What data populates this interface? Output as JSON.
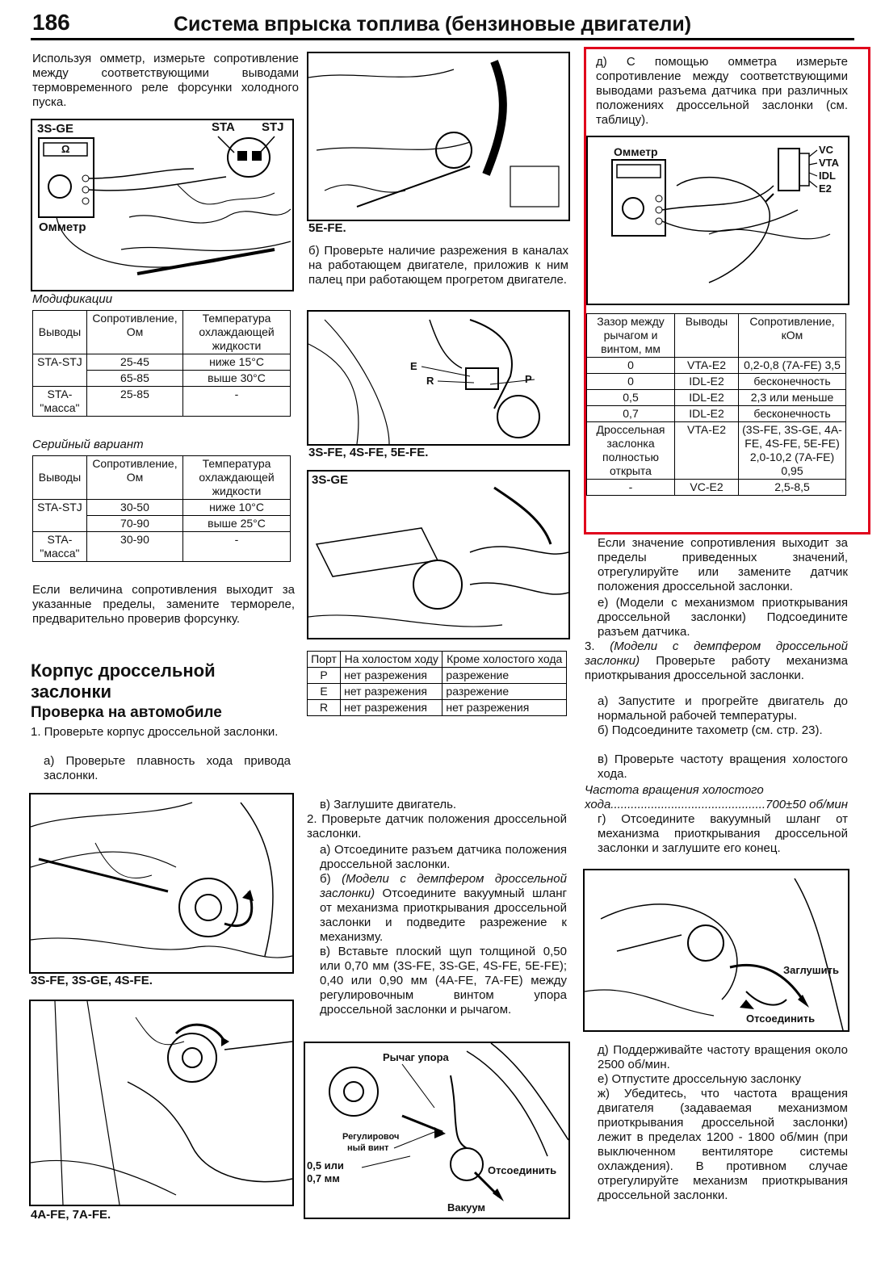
{
  "header": {
    "page_number": "186",
    "title": "Система впрыска топлива (бензиновые двигатели)"
  },
  "col1": {
    "intro": "Используя омметр, измерьте сопротивление между соответствующими выводами термовременного реле форсунки холодного пуска.",
    "fig1": {
      "model": "3S-GE",
      "sta": "STA",
      "stj": "STJ",
      "ohm_label": "Омметр",
      "ohm_symbol": "Ω"
    },
    "table1": {
      "caption": "Модификации",
      "headers": [
        "Выводы",
        "Сопротивление, Ом",
        "Температура охлаждающей жидкости"
      ],
      "rows": [
        [
          "STA-STJ",
          "25-45",
          "ниже 15°C"
        ],
        [
          "",
          "65-85",
          "выше 30°C"
        ],
        [
          "STA-\"масса\"",
          "25-85",
          "-"
        ]
      ]
    },
    "table2": {
      "caption": "Серийный вариант",
      "headers": [
        "Выводы",
        "Сопротивление, Ом",
        "Температура охлаждающей жидкости"
      ],
      "rows": [
        [
          "STA-STJ",
          "30-50",
          "ниже 10°C"
        ],
        [
          "",
          "70-90",
          "выше 25°C"
        ],
        [
          "STA-\"масса\"",
          "30-90",
          "-"
        ]
      ]
    },
    "after_tables": "Если величина сопротивления выходит за указанные пределы, замените термореле, предварительно проверив форсунку.",
    "section_title": "Корпус дроссельной заслонки",
    "subsection_title": "Проверка на автомобиле",
    "step1": "1. Проверьте корпус дроссельной заслонки.",
    "step1a": "а) Проверьте плавность хода привода заслонки.",
    "fig2_caption": "3S-FE, 3S-GE, 4S-FE.",
    "fig3_caption": "4A-FE, 7A-FE."
  },
  "col2": {
    "fig4_caption": "5E-FE.",
    "text_b": "б) Проверьте наличие разрежения в каналах на работающем двигателе, приложив к ним палец при работающем прогретом двигателе.",
    "fig5": {
      "e": "E",
      "r": "R",
      "p": "P"
    },
    "fig5_caption": "3S-FE, 4S-FE, 5E-FE.",
    "fig6_label": "3S-GE",
    "port_table": {
      "headers": [
        "Порт",
        "На холостом ходу",
        "Кроме холостого хода"
      ],
      "rows": [
        [
          "P",
          "нет разрежения",
          "разрежение"
        ],
        [
          "E",
          "нет разрежения",
          "разрежение"
        ],
        [
          "R",
          "нет разрежения",
          "нет разрежения"
        ]
      ]
    },
    "text_v": "в) Заглушите двигатель.",
    "step2": "2. Проверьте датчик положения дроссельной заслонки.",
    "step2a": "а) Отсоедините разъем датчика положения дроссельной заслонки.",
    "step2b_prefix": "б) ",
    "step2b_ital": "(Модели с демпфером дроссельной заслонки)",
    "step2b_rest": " Отсоедините вакуумный шланг от механизма приоткрывания дроссельной заслонки и подведите разрежение к механизму.",
    "step2v": "в) Вставьте плоский щуп толщиной 0,50 или 0,70 мм (3S-FE, 3S-GE, 4S-FE, 5E-FE); 0,40 или 0,90 мм (4A-FE, 7A-FE) между регулировочным винтом упора дроссельной заслонки и рычагом.",
    "fig7": {
      "lever": "Рычаг упора",
      "screw1": "Регулировоч",
      "screw2": "ный винт",
      "gap1": "0,5 или",
      "gap2": "0,7 мм",
      "disconnect": "Отсоединить",
      "vacuum": "Вакуум"
    }
  },
  "col3": {
    "text_d": "д) С помощью омметра измерьте сопротивление между соответствующими выводами разъема датчика при различных положениях дроссельной заслонки (см. таблицу).",
    "fig8": {
      "ohm": "Омметр",
      "vc": "VC",
      "vta": "VTA",
      "idl": "IDL",
      "e2": "E2"
    },
    "tps_table": {
      "headers": [
        "Зазор между рычагом и винтом, мм",
        "Выводы",
        "Сопротивление, кОм"
      ],
      "rows": [
        [
          "0",
          "VTA-E2",
          "0,2-0,8 (7A-FE) 3,5"
        ],
        [
          "0",
          "IDL-E2",
          "бесконечность"
        ],
        [
          "0,5",
          "IDL-E2",
          "2,3 или меньше"
        ],
        [
          "0,7",
          "IDL-E2",
          "бесконечность"
        ],
        [
          "Дроссельная заслонка полностью открыта",
          "VTA-E2",
          "(3S-FE, 3S-GE, 4A-FE, 4S-FE, 5E-FE) 2,0-10,2 (7A-FE) 0,95"
        ],
        [
          "-",
          "VC-E2",
          "2,5-8,5"
        ]
      ]
    },
    "after_table": "Если значение сопротивления выходит за пределы приведенных значений, отрегулируйте или замените датчик положения дроссельной заслонки.",
    "text_e": "е) (Модели с механизмом приоткрывания дроссельной заслонки) Подсоедините разъем датчика.",
    "step3_prefix": "3. ",
    "step3_ital": "(Модели с демпфером дроссельной заслонки)",
    "step3_rest": " Проверьте работу механизма приоткрывания дроссельной заслонки.",
    "step3a": "а) Запустите и прогрейте двигатель до нормальной рабочей температуры.",
    "step3b": "б) Подсоедините тахометр (см. стр. 23).",
    "step3v": "в) Проверьте частоту вращения холостого хода.",
    "idle_label": "Частота вращения холостого",
    "idle_line": "хода..............................................700±50 об/мин",
    "step3g": "г) Отсоедините вакуумный шланг от механизма приоткрывания дроссельной заслонки и заглушите его конец.",
    "fig9": {
      "plug": "Заглушить",
      "disconnect": "Отсоединить"
    },
    "step3d": "д) Поддерживайте частоту вращения около 2500 об/мин.",
    "step3e": "е) Отпустите дроссельную заслонку",
    "step3zh": "ж) Убедитесь, что частота вращения двигателя (задаваемая механизмом приоткрывания дроссельной заслонки) лежит в пределах 1200 - 1800 об/мин (при выключенном вентиляторе системы охлаждения). В противном случае отрегулируйте механизм приоткрывания дроссельной заслонки."
  },
  "colors": {
    "highlight_border": "#e0001b"
  }
}
